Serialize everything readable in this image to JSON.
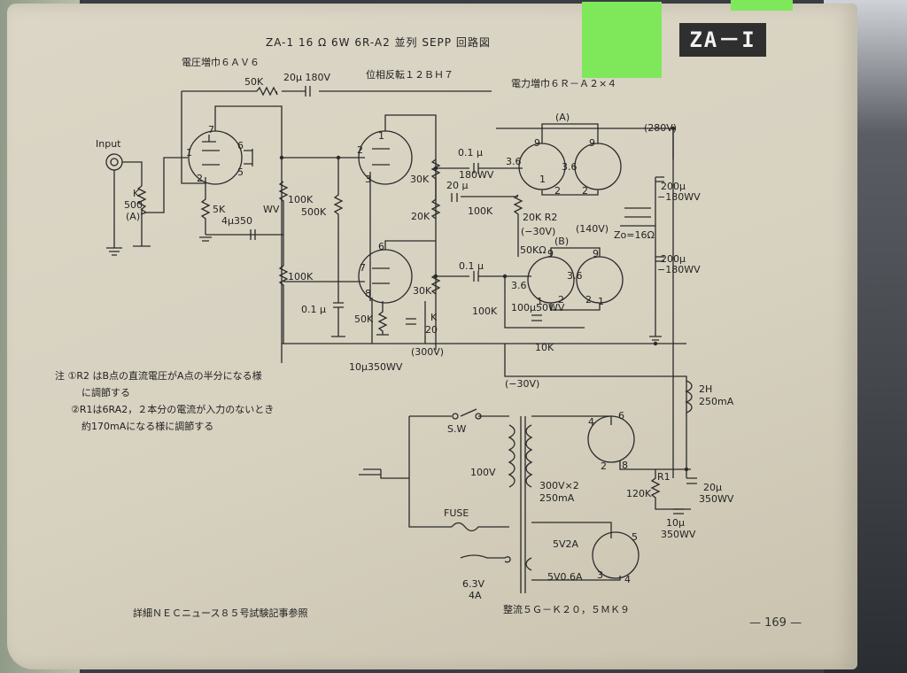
{
  "header": {
    "title": "ZA-1  16 Ω  6W  6R-A2 並列 SEPP 回路図",
    "badge": "ZA－I",
    "stage_labels": [
      "電圧増巾６ＡＶ６",
      "位相反転１２ＢＨ７",
      "電力増巾６Ｒ－Ａ２×４"
    ]
  },
  "components": {
    "input": "Input",
    "vol": [
      "K",
      "500",
      "(A)"
    ],
    "r_feedback": "50K",
    "c_feedback": "20μ 180V",
    "r_5k": "5K",
    "c_4u350": "4μ350",
    "wv": "WV",
    "r_100k_a": "100K",
    "r_500k": "500K",
    "r_100k_b": "100K",
    "c_01_a": "0.1 μ",
    "r_50k": "50K",
    "r_k": "K",
    "r_20": "20",
    "r_30k_a": "30K",
    "r_20k": "20K",
    "r_30k_b": "30K",
    "c_01_b": "0.1 μ",
    "c_180wv": "180WV",
    "c_20u": "20 μ",
    "r_100k_c": "100K",
    "r_20k_r2": "20K R2",
    "v_minus30_a": "(−30V)",
    "r_50ko": "50KΩ",
    "c_01_c": "0.1 μ",
    "r_100k_d": "100K",
    "c_100u50wv": "100μ50WV",
    "r_10k": "10K",
    "c_10u350": "10μ350WV",
    "v_300": "(300V)",
    "v_minus30_b": "(−30V)",
    "v_280": "(280V)",
    "v_140": "(140V)",
    "zo": "Zo=16Ω",
    "c_200u_a": "200μ",
    "c_180wv_a": "−180WV",
    "c_200u_b": "200μ",
    "c_180wv_b": "−180WV",
    "point_a": "(A)",
    "point_b": "(B)",
    "choke": "2H",
    "choke_ma": "250mA",
    "sw": "S.W",
    "v100": "100V",
    "fuse": "FUSE",
    "sec_hv": "300V×2",
    "sec_ma": "250mA",
    "sec_5v": "5V2A",
    "sec_5v06": "5V0.6A",
    "sec_63": "6.3V",
    "sec_4a": "4A",
    "r_120k": "120K",
    "r1": "R1",
    "c_20u_350": "20μ",
    "c_350wv": "350WV",
    "c_10u": "10μ",
    "c_350wv_b": "350WV",
    "pins": [
      "7",
      "1",
      "6",
      "5",
      "2",
      "1",
      "2",
      "3",
      "9",
      "3.6",
      "9",
      "3.6",
      "1",
      "2",
      "6",
      "7",
      "8",
      "9",
      "3.6",
      "9",
      "3.6",
      "2",
      "2",
      "1",
      "2",
      "1",
      "4",
      "6",
      "2",
      "8",
      "5",
      "3",
      "4"
    ]
  },
  "notes": {
    "lines": [
      "注 ①R2 はB点の直流電圧がA点の半分になる様",
      "に調節する",
      "②R1は6RA2，２本分の電流が入力のないとき",
      "約170mAになる様に調節する"
    ]
  },
  "footer": {
    "reference": "詳細ＮＥＣニュース８５号試験記事参照",
    "rectifier": "整流５Ｇ－Ｋ２０，５ＭＫ９",
    "page_number": "— 169 —"
  }
}
